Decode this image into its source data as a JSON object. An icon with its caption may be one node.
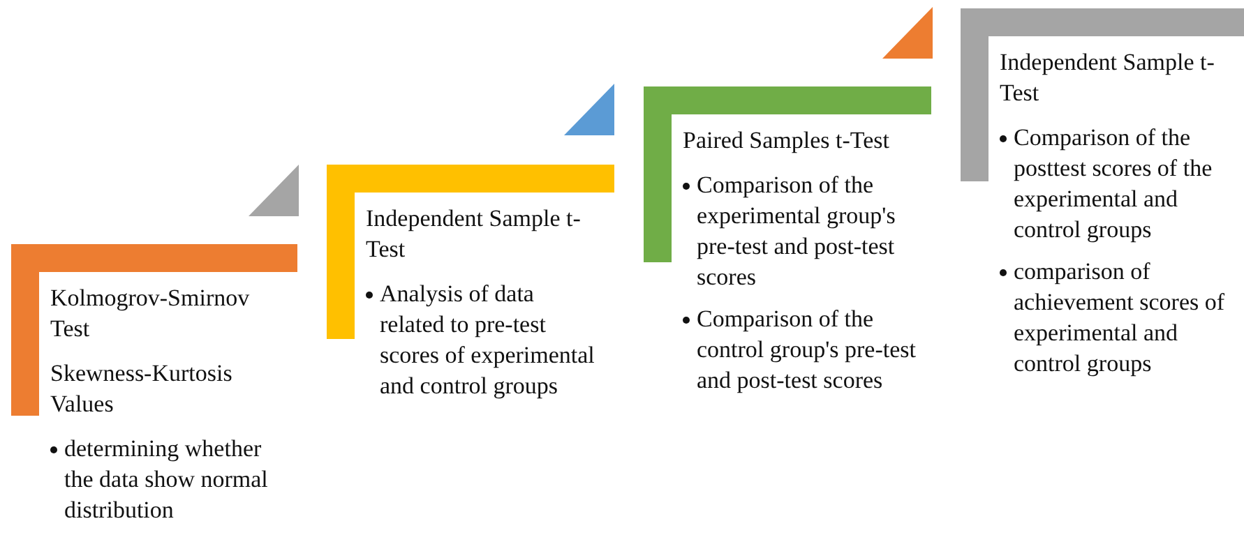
{
  "diagram": {
    "nodes": [
      {
        "text": [
          "Kolmogrov-Smirnov Test",
          "Skewness-Kurtosis Values",
          "determining whether the data show normal distribution"
        ]
      },
      {
        "text": [
          "Independent Sample t-Test",
          "Analysis of data related to pre-test scores of experimental and control groups"
        ]
      },
      {
        "text": [
          "Paired Samples t-Test",
          "Comparison of the experimental group's pre-test and post-test scores",
          "Comparison of the control group's pre-test and post-test scores"
        ]
      },
      {
        "text": [
          "Independent Sample t-Test",
          "Comparison of the posttest scores of the experimental and control groups",
          "comparison of achievement scores of experimental and control groups"
        ]
      }
    ]
  }
}
